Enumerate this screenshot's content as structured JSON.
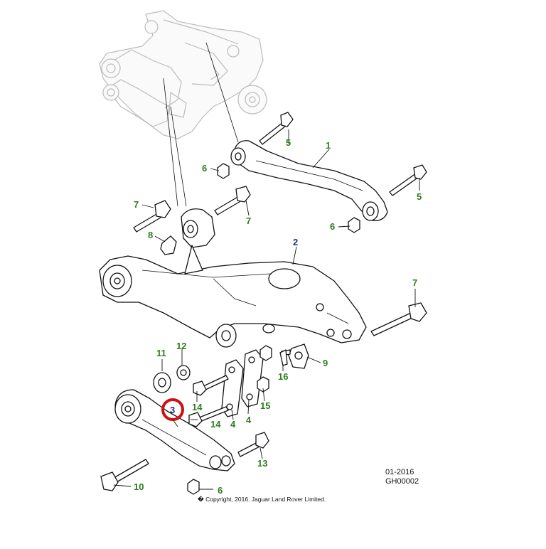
{
  "diagram": {
    "callouts": [
      {
        "id": "c1",
        "label": "1",
        "color": "#2e7d1f"
      },
      {
        "id": "c2",
        "label": "2",
        "color": "#1f2f8a"
      },
      {
        "id": "c3",
        "label": "3",
        "color": "#1f2f8a"
      },
      {
        "id": "c4a",
        "label": "4",
        "color": "#2e7d1f"
      },
      {
        "id": "c4b",
        "label": "4",
        "color": "#2e7d1f"
      },
      {
        "id": "c5a",
        "label": "5",
        "color": "#2e7d1f"
      },
      {
        "id": "c5b",
        "label": "5",
        "color": "#2e7d1f"
      },
      {
        "id": "c6a",
        "label": "6",
        "color": "#2e7d1f"
      },
      {
        "id": "c6b",
        "label": "6",
        "color": "#2e7d1f"
      },
      {
        "id": "c6c",
        "label": "6",
        "color": "#2e7d1f"
      },
      {
        "id": "c7a",
        "label": "7",
        "color": "#2e7d1f"
      },
      {
        "id": "c7b",
        "label": "7",
        "color": "#2e7d1f"
      },
      {
        "id": "c7c",
        "label": "7",
        "color": "#2e7d1f"
      },
      {
        "id": "c8",
        "label": "8",
        "color": "#2e7d1f"
      },
      {
        "id": "c9",
        "label": "9",
        "color": "#2e7d1f"
      },
      {
        "id": "c10",
        "label": "10",
        "color": "#2e7d1f"
      },
      {
        "id": "c11",
        "label": "11",
        "color": "#2e7d1f"
      },
      {
        "id": "c12",
        "label": "12",
        "color": "#2e7d1f"
      },
      {
        "id": "c13",
        "label": "13",
        "color": "#2e7d1f"
      },
      {
        "id": "c14a",
        "label": "14",
        "color": "#2e7d1f"
      },
      {
        "id": "c14b",
        "label": "14",
        "color": "#2e7d1f"
      },
      {
        "id": "c15",
        "label": "15",
        "color": "#2e7d1f"
      },
      {
        "id": "c16",
        "label": "16",
        "color": "#2e7d1f"
      }
    ],
    "highlight_color": "#d01010",
    "date_code": "01-2016",
    "drawing_id": "GH00002",
    "copyright": "� Copyright, 2016. Jaguar Land Rover Limited."
  }
}
